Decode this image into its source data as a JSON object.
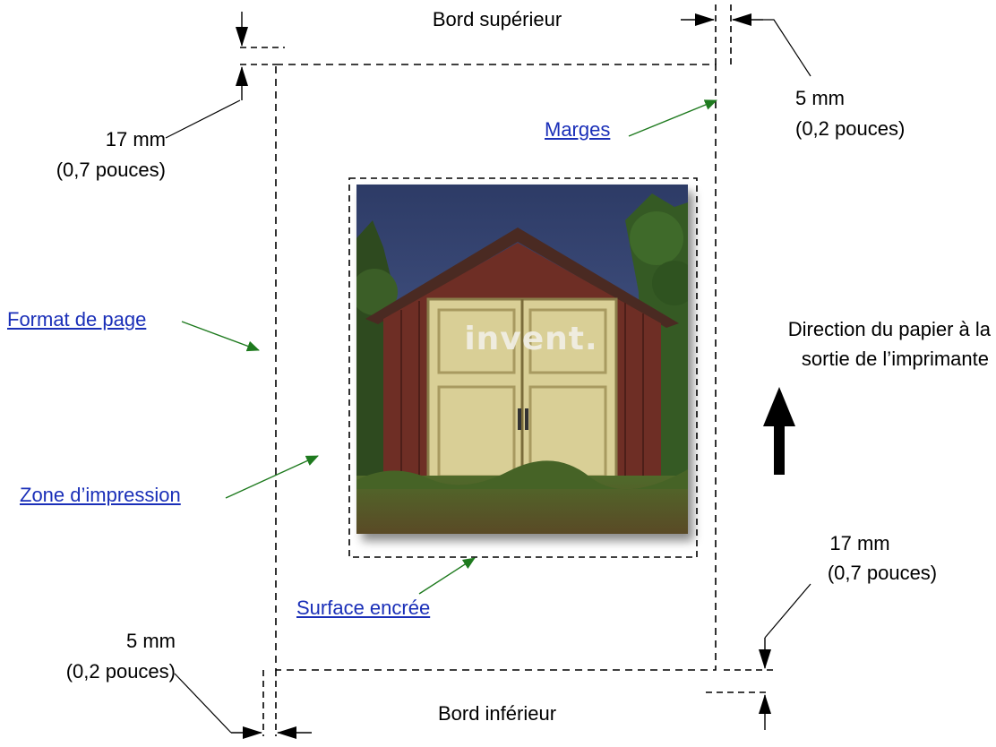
{
  "edges": {
    "top": "Bord supérieur",
    "bottom": "Bord inférieur"
  },
  "measurements": {
    "top_left_mm": "17 mm",
    "top_left_in": "(0,7 pouces)",
    "top_right_mm": "5 mm",
    "top_right_in": "(0,2 pouces)",
    "bottom_right_mm": "17 mm",
    "bottom_right_in": "(0,7 pouces)",
    "bottom_left_mm": "5 mm",
    "bottom_left_in": "(0,2 pouces)"
  },
  "links": {
    "margins": "Marges",
    "page_format": "Format de page",
    "print_zone": "Zone d’impression",
    "inked_surface": "Surface encrée"
  },
  "paper_direction": {
    "line1": "Direction du papier à la",
    "line2": "sortie de l’imprimante"
  },
  "photo": {
    "door_text": "invent."
  },
  "colors": {
    "link": "#1a2fb8",
    "leader_arrow": "#1e7a1e"
  }
}
